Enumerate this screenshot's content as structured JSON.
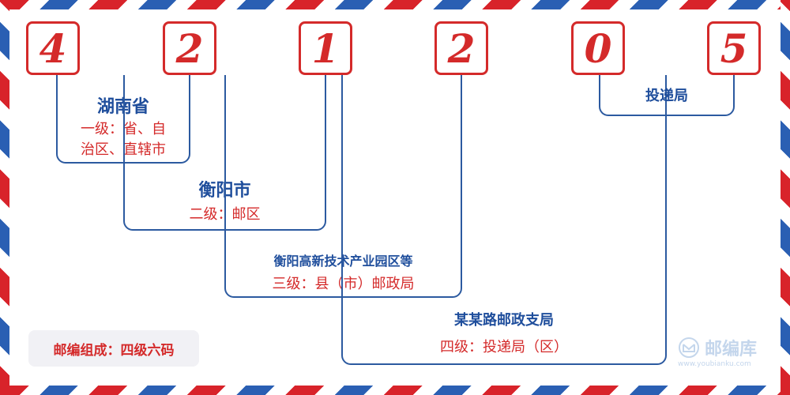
{
  "digits": [
    "4",
    "2",
    "1",
    "2",
    "0",
    "5"
  ],
  "levels": {
    "province": {
      "name": "湖南省",
      "desc_line1": "一级：省、自",
      "desc_line2": "治区、直辖市"
    },
    "city": {
      "name": "衡阳市",
      "desc": "二级：邮区"
    },
    "county": {
      "name": "衡阳高新技术产业园区等",
      "desc": "三级：县（市）邮政局"
    },
    "office": {
      "name": "某某路邮政支局",
      "desc": "四级：投递局（区）"
    },
    "delivery": {
      "name": "投递局"
    }
  },
  "legend": "邮编组成：四级六码",
  "watermark": {
    "title": "邮编库",
    "url": "www.youbianku.com"
  },
  "colors": {
    "red": "#d42a2a",
    "blue": "#1f4e9c",
    "line": "#2c5aa0",
    "stripe_red": "#d8232a",
    "stripe_blue": "#2a5fb3"
  }
}
